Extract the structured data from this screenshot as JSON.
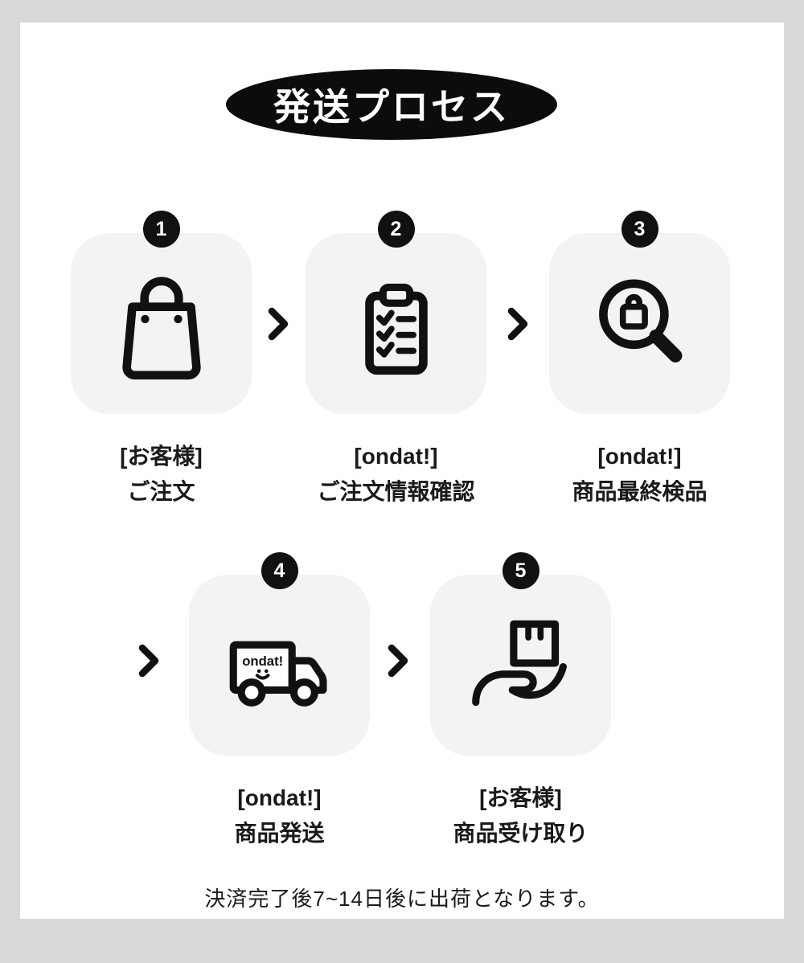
{
  "title": "発送プロセス",
  "footer_note": "決済完了後7~14日後に出荷となります。",
  "truck_brand": "ondat!",
  "steps": [
    {
      "number": "1",
      "actor": "[お客様]",
      "action": "ご注文",
      "icon": "shopping-bag-icon"
    },
    {
      "number": "2",
      "actor": "[ondat!]",
      "action": "ご注文情報確認",
      "icon": "clipboard-checklist-icon"
    },
    {
      "number": "3",
      "actor": "[ondat!]",
      "action": "商品最終検品",
      "icon": "magnifier-bag-icon"
    },
    {
      "number": "4",
      "actor": "[ondat!]",
      "action": "商品発送",
      "icon": "delivery-truck-icon"
    },
    {
      "number": "5",
      "actor": "[お客様]",
      "action": "商品受け取り",
      "icon": "hand-holding-box-icon"
    }
  ],
  "colors": {
    "frame": "#d9d9d9",
    "panel": "#ffffff",
    "tile": "#f3f3f3",
    "badge": "#111111",
    "badge_text": "#ffffff",
    "banner": "#0c0c0c",
    "banner_text": "#ffffff",
    "icon": "#111111",
    "text": "#1a1a1a"
  }
}
